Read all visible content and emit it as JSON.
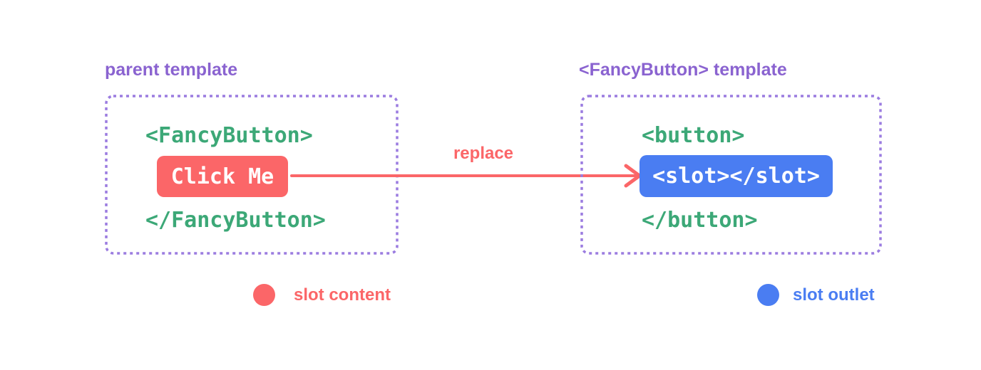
{
  "left_panel": {
    "title": "parent template",
    "open_tag": "<FancyButton>",
    "slot_content_label": "Click Me",
    "close_tag": "</FancyButton>"
  },
  "right_panel": {
    "title": "<FancyButton> template",
    "open_tag": "<button>",
    "slot_outlet_label": "<slot></slot>",
    "close_tag": "</button>"
  },
  "arrow": {
    "label": "replace"
  },
  "legend": [
    {
      "label": "slot content",
      "color": "#fb6668"
    },
    {
      "label": "slot outlet",
      "color": "#4a7df2"
    }
  ],
  "colors": {
    "slot_content_red": "#fb6668",
    "slot_outlet_blue": "#4a7df2",
    "template_purple_text": "#8a63d0",
    "dashed_border_purple": "#9b7ce0",
    "code_green": "#3ca877",
    "chip_text_white": "#ffffff",
    "background": "#ffffff"
  }
}
